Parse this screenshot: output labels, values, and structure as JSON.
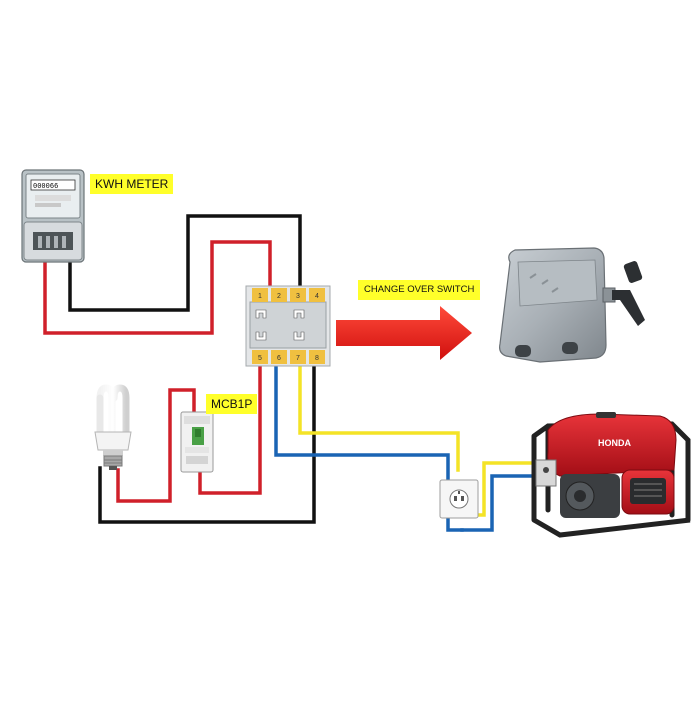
{
  "labels": {
    "kwh_meter": "KWH METER",
    "mcb": "MCB1P",
    "changeover": "CHANGE OVER SWITCH",
    "generator_brand": "HONDA"
  },
  "switch_terminals": [
    "1",
    "2",
    "3",
    "4",
    "5",
    "6",
    "7",
    "8"
  ],
  "colors": {
    "live": "#d0202a",
    "neutral": "#111111",
    "gen_live": "#f4e326",
    "gen_neutral": "#1a64b4",
    "label_bg": "#ffff2a",
    "terminal": "#f0c040",
    "arrow": "#ee1d1d"
  }
}
